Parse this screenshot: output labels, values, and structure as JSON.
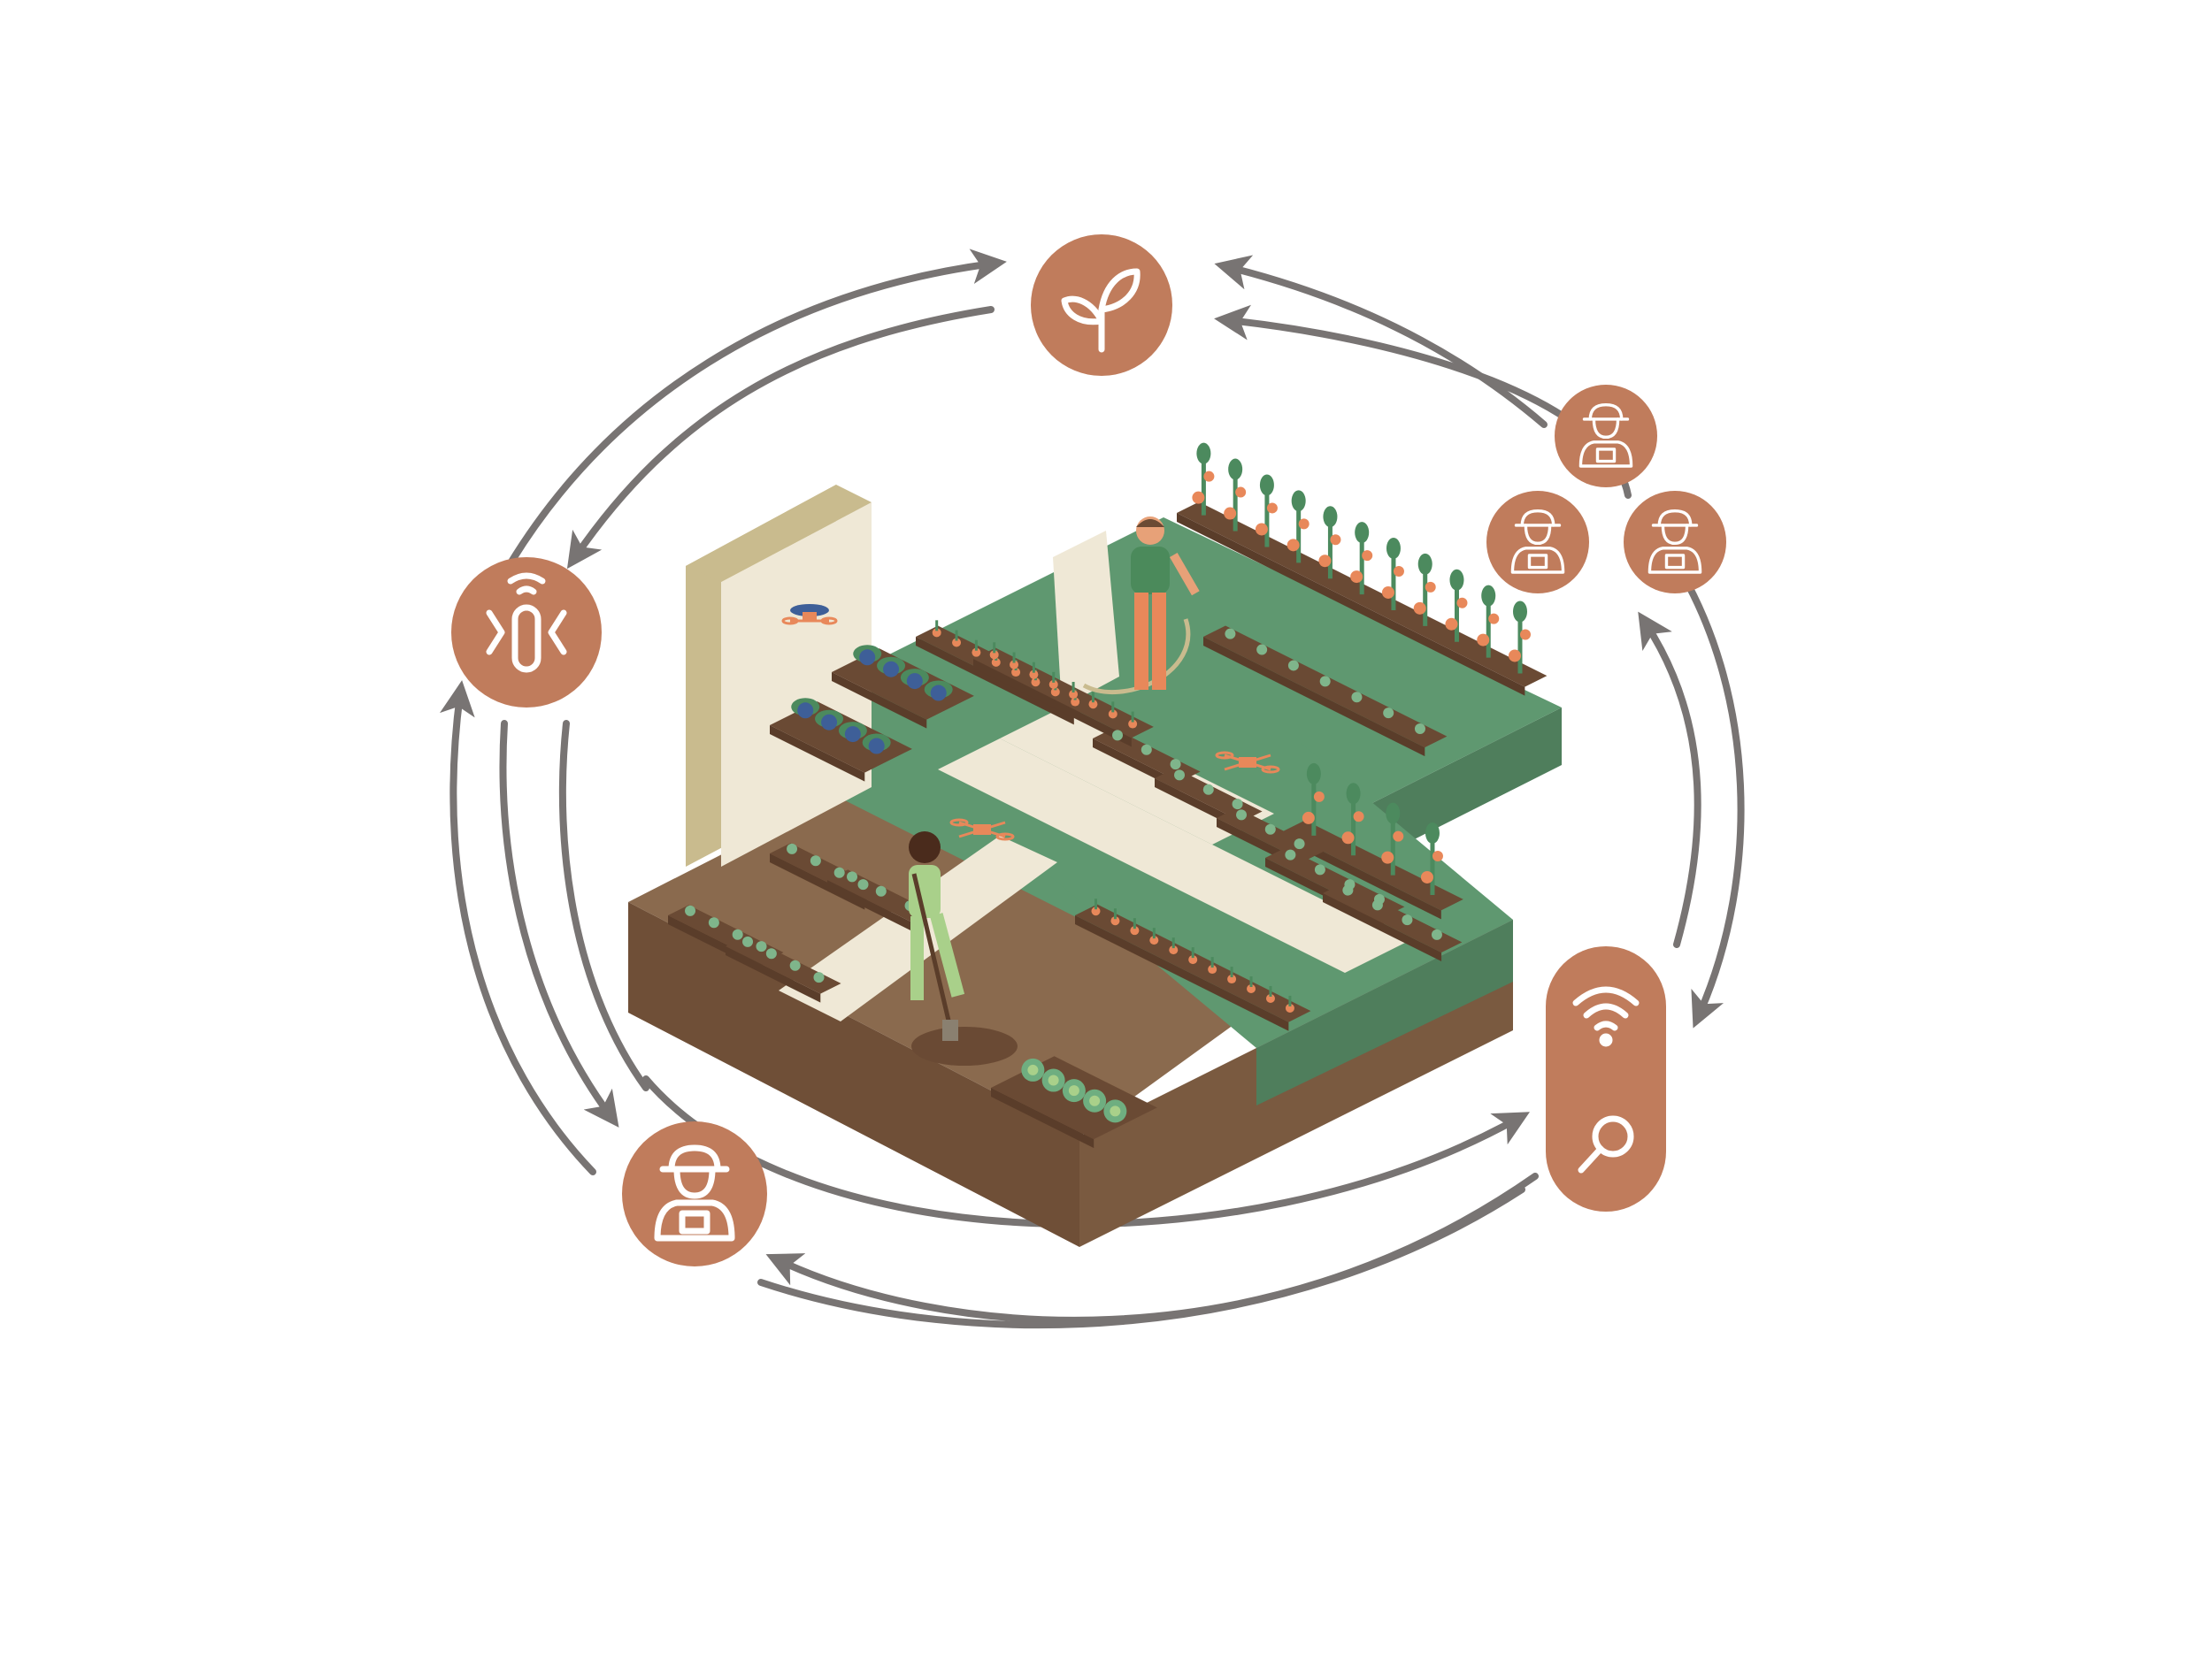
{
  "colors": {
    "background": "#ffffff",
    "node_fill": "#c07c5c",
    "icon_stroke": "#ffffff",
    "arrow": "#787473",
    "grass": "#5f9870",
    "grass_side": "#4f7e5c",
    "soil_top": "#8a6a4e",
    "soil_side": "#6f4f37",
    "soil_front": "#7a5a40",
    "path": "#efe8d6",
    "wall_face": "#efe8d6",
    "wall_side": "#c9bb8e",
    "bed": "#6a4a34",
    "bed_side": "#5a3d2a",
    "plant": "#4c8a5e",
    "tomato": "#e8885a",
    "berry": "#3e5f98",
    "skin_dark": "#4a2b1c",
    "skin_light": "#e7a178",
    "shirt_green": "#4b8a5b",
    "overalls": "#a9d08a",
    "pants_orange": "#e8885a"
  },
  "nodes": [
    {
      "id": "sprout",
      "icon": "sprout-icon"
    },
    {
      "id": "sensor",
      "icon": "sensor-icon"
    },
    {
      "id": "farmer-main",
      "icon": "farmer-icon"
    },
    {
      "id": "farmer-group-top",
      "icon": "farmer-icon"
    },
    {
      "id": "farmer-group-left",
      "icon": "farmer-icon"
    },
    {
      "id": "farmer-group-right",
      "icon": "farmer-icon"
    },
    {
      "id": "connected-device",
      "icons": [
        "wifi-icon",
        "search-icon"
      ]
    }
  ],
  "flows": [
    {
      "from": "sensor",
      "to": "sprout"
    },
    {
      "from": "sprout",
      "to": "sensor"
    },
    {
      "from": "farmer-group",
      "to": "sprout"
    },
    {
      "from": "connected-device",
      "to": "sprout"
    },
    {
      "from": "farmer-group",
      "to": "connected-device"
    },
    {
      "from": "connected-device",
      "to": "farmer-group"
    },
    {
      "from": "sensor",
      "to": "farmer-main"
    },
    {
      "from": "farmer-main",
      "to": "sensor"
    },
    {
      "from": "farmer-main",
      "to": "connected-device"
    },
    {
      "from": "connected-device",
      "to": "farmer-main"
    }
  ]
}
